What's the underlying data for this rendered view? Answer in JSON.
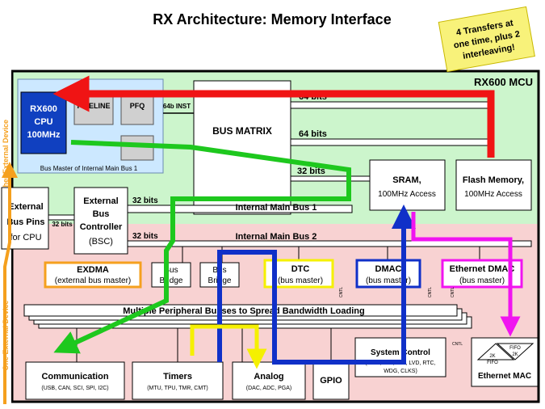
{
  "title": "RX Architecture: Memory Interface",
  "note": {
    "lines": [
      "4 Transfers at",
      "one time, plus 2",
      "interleaving!"
    ]
  },
  "mcu_label": "RX600 MCU",
  "side_labels": {
    "another_device": "Another External Device",
    "one_device": "One External Device"
  },
  "cpu": {
    "lines": [
      "RX600",
      "CPU",
      "100MHz"
    ]
  },
  "pipeline": "PIPELINE",
  "pfq": "PFQ",
  "cpu_group_caption": "Bus Master of Internal Main Bus 1",
  "inst_bus": "64b INST",
  "bus_matrix": "BUS MATRIX",
  "matrix_buses": {
    "top": "64 bits",
    "mid": "64 bits",
    "low": "32 bits"
  },
  "sram": {
    "line1": "SRAM,",
    "line2": "100MHz Access"
  },
  "flash": {
    "line1": "Flash Memory,",
    "line2": "100MHz Access"
  },
  "ext_bus_pins": {
    "lines": [
      "External",
      "Bus Pins",
      "for CPU"
    ]
  },
  "ext_bus_width": "32 bits",
  "bsc": {
    "lines": [
      "External",
      "Bus",
      "Controller",
      "(BSC)"
    ]
  },
  "bsc_buses": {
    "bus1": "32 bits",
    "bus2": "32 bits"
  },
  "internal_bus1": "Internal Main Bus 1",
  "internal_bus2": "Internal Main Bus 2",
  "exdma": {
    "name": "EXDMA",
    "sub": "(external bus master)"
  },
  "bus_bridge_1": {
    "line1": "Bus",
    "line2": "Bridge"
  },
  "bus_bridge_2": {
    "line1": "Bus",
    "line2": "Bridge"
  },
  "dtc": {
    "name": "DTC",
    "sub": "(bus master)"
  },
  "dmac": {
    "name": "DMAC",
    "sub": "(bus master)"
  },
  "eth_dmac": {
    "name": "Ethernet DMAC",
    "sub": "(bus master)"
  },
  "cntl": "CNTL",
  "peripheral_bus": "Multiple Peripheral Busses to Spread Bandwidth Loading",
  "system_control": {
    "name": "System Control",
    "line1": "(DMA, E2P, ICU, LVD, RTC,",
    "line2": "WDG, CLKS)"
  },
  "communication": {
    "name": "Communication",
    "sub": "(USB, CAN, SCI, SPI, I2C)"
  },
  "timers": {
    "name": "Timers",
    "sub": "(MTU, TPU, TMR, CMT)"
  },
  "analog": {
    "name": "Analog",
    "sub": "(DAC, ADC, PGA)"
  },
  "gpio": "GPIO",
  "ethernet_mac": {
    "name": "Ethernet MAC",
    "fifo_line1": "FIFO",
    "fifo_line2": "2K"
  },
  "colors": {
    "red": "#f01414",
    "green": "#1ec81e",
    "blue": "#1030c8",
    "magenta": "#f014f0",
    "yellow": "#f5f000",
    "orange": "#f5a01e",
    "green_bg": "#ccf5cc",
    "pink_bg": "#f8d2d2",
    "cpu_blue": "#1040c0"
  }
}
